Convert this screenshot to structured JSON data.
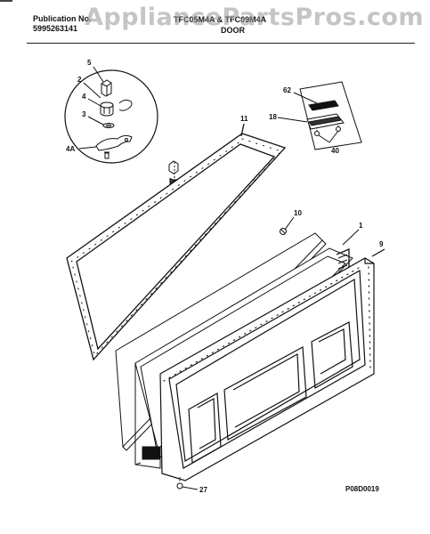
{
  "header": {
    "publication_label": "Publication No.",
    "publication_number": "5995263141",
    "models": "TFC05M4A & TFC09M4A",
    "section": "DOOR"
  },
  "watermark": "AppliancePartsPros.com",
  "figure_id": "P08D0019",
  "callouts": {
    "c5": "5",
    "c2": "2",
    "c4": "4",
    "c3": "3",
    "c4a": "4A",
    "c11": "11",
    "c62": "62",
    "c18": "18",
    "c40": "40",
    "c10": "10",
    "c1": "1",
    "c9": "9",
    "c27": "27"
  }
}
